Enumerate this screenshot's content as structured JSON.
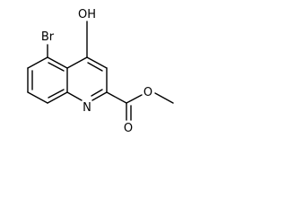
{
  "atoms": {
    "bromine": "Br",
    "hydroxyl": "OH",
    "ring_nitrogen": "N",
    "carbonyl_oxygen": "O",
    "ester_oxygen": "O"
  }
}
